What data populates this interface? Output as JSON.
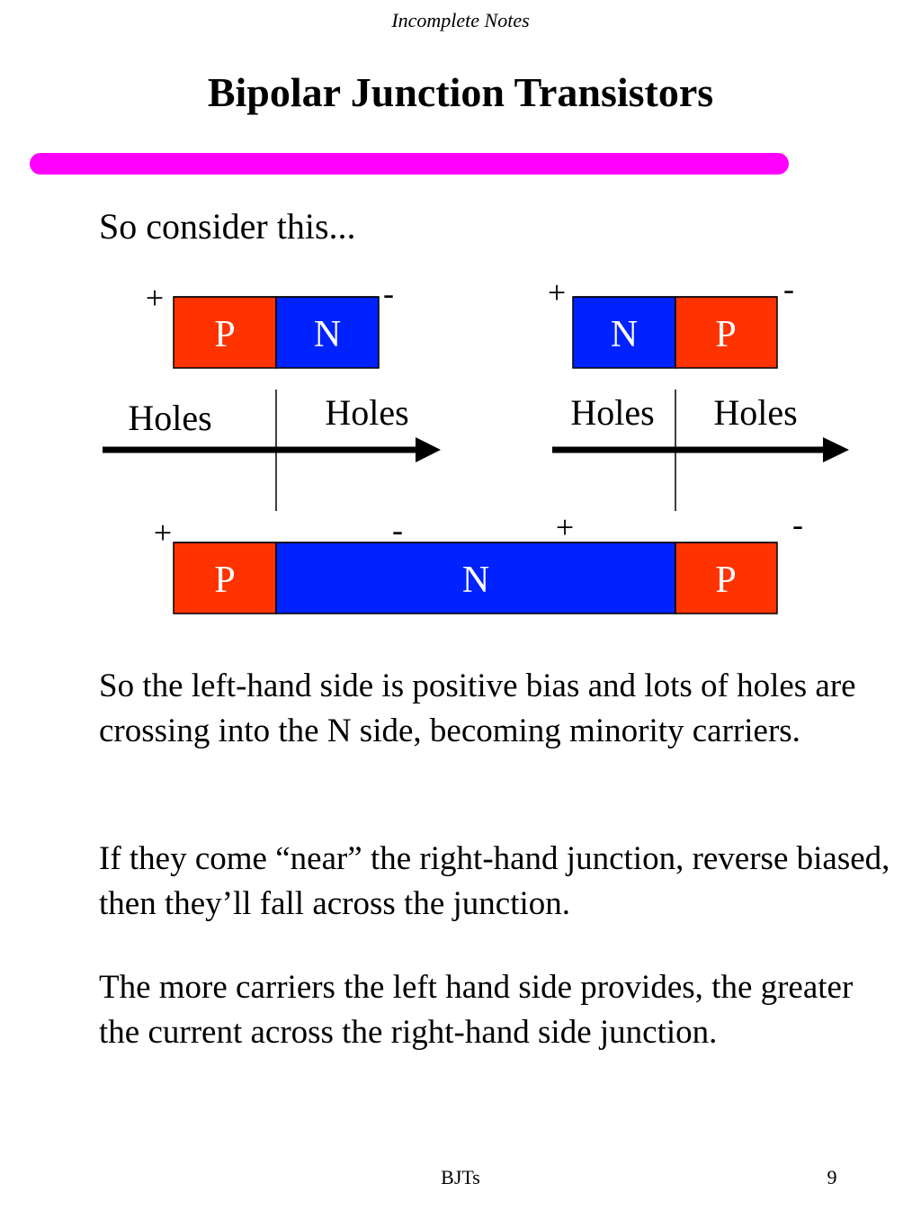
{
  "header": {
    "caption": "Incomplete Notes"
  },
  "slide": {
    "title": "Bipolar Junction Transistors",
    "intro": "So consider this..."
  },
  "diagram": {
    "colors": {
      "p": "#ff3300",
      "n": "#0022ff"
    },
    "left_junction": {
      "plus": "+",
      "minus": "-",
      "left_label": "P",
      "right_label": "N",
      "holes_left": "Holes",
      "holes_right": "Holes"
    },
    "right_junction": {
      "plus": "+",
      "minus": "-",
      "left_label": "N",
      "right_label": "P",
      "holes_left": "Holes",
      "holes_right": "Holes"
    },
    "transistor": {
      "plus_left": "+",
      "minus_left": "-",
      "plus_right": "+",
      "minus_right": "-",
      "p1": "P",
      "n": "N",
      "p2": "P"
    }
  },
  "body": {
    "p1": "So the left-hand side is positive bias and lots of holes are crossing into the N side, becoming minority carriers.",
    "p2": "If they come “near” the right-hand junction, reverse biased, then they’ll fall across the junction.",
    "p3": "The more carriers the left hand side provides, the greater the current across the right-hand side junction."
  },
  "footer": {
    "center": "BJTs",
    "page": "9"
  }
}
